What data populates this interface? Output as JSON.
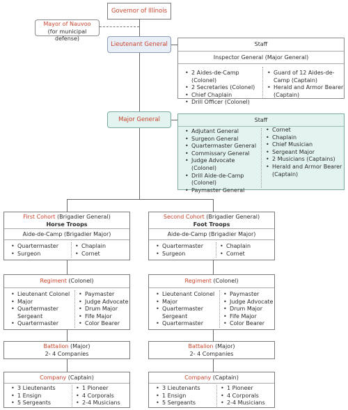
{
  "governor": "Governor of Illinois",
  "mayor": {
    "title": "Mayor of Nauvoo",
    "note": "(for municipal defense)"
  },
  "lieutenant_general": {
    "title": "Lieutenant General",
    "staff_label": "Staff",
    "inspector": "Inspector General (Major General)",
    "left": [
      "2 Aides-de-Camp (Colonel)",
      "2 Secretaries (Colonel)",
      "Chief Chaplain",
      "Drill Officer (Colonel)"
    ],
    "right": [
      "Guard of 12 Aides-de-Camp (Captain)",
      "Herald and Armor Bearer (Captain)"
    ]
  },
  "major_general": {
    "title": "Major General",
    "staff_label": "Staff",
    "left": [
      "Adjutant General",
      "Surgeon General",
      "Quartermaster General",
      "Commissary General",
      "Judge Advocate (Colonel)",
      "Drill Aide-de-Camp (Colonel)",
      "Paymaster General"
    ],
    "right": [
      "Cornet",
      "Chaplain",
      "Chief Musician",
      "Sergeant Major",
      "2 Musicians (Captains)",
      "Herald and Armor Bearer (Captain)"
    ]
  },
  "cohorts": [
    {
      "name": "First Cohort",
      "rank": "(Brigadier General)",
      "troops": "Horse Troops",
      "aide": "Aide-de-Camp (Brigadier Major)",
      "staff_left": [
        "Quartermaster",
        "Surgeon"
      ],
      "staff_right": [
        "Chaplain",
        "Cornet"
      ],
      "regiment": {
        "name": "Regiment",
        "rank": "(Colonel)",
        "left": [
          "Lieutenant Colonel",
          "Major",
          "Quartermaster Sergeant",
          "Quartermaster"
        ],
        "right": [
          "Paymaster",
          "Judge Advocate",
          "Drum Major",
          "Fife Major",
          "Color Bearer"
        ]
      },
      "battalion": {
        "name": "Battalion",
        "rank": "(Major)",
        "detail": "2- 4 Companies"
      },
      "company": {
        "name": "Company",
        "rank": "(Captain)",
        "left": [
          "3 Lieutenants",
          "1 Ensign",
          "5 Sergeants"
        ],
        "right": [
          "1 Pioneer",
          "4 Corporals",
          "2-4 Musicians"
        ]
      }
    },
    {
      "name": "Second Cohort",
      "rank": "(Brigadier General)",
      "troops": "Foot Troops",
      "aide": "Aide-de-Camp (Brigadier Major)",
      "staff_left": [
        "Quartermaster",
        "Surgeon"
      ],
      "staff_right": [
        "Chaplain",
        "Cornet"
      ],
      "regiment": {
        "name": "Regiment",
        "rank": "(Colonel)",
        "left": [
          "Lieutenant Colonel",
          "Major",
          "Quartermaster Sergeant",
          "Quartermaster"
        ],
        "right": [
          "Paymaster",
          "Judge Advocate",
          "Drum Major",
          "Fife Major",
          "Color Bearer"
        ]
      },
      "battalion": {
        "name": "Battalion",
        "rank": "(Major)",
        "detail": "2- 4 Companies"
      },
      "company": {
        "name": "Company",
        "rank": "(Captain)",
        "left": [
          "3 Lieutenants",
          "1 Ensign",
          "5 Sergeants"
        ],
        "right": [
          "1 Pioneer",
          "4 Corporals",
          "2-4 Musicians"
        ]
      }
    }
  ]
}
